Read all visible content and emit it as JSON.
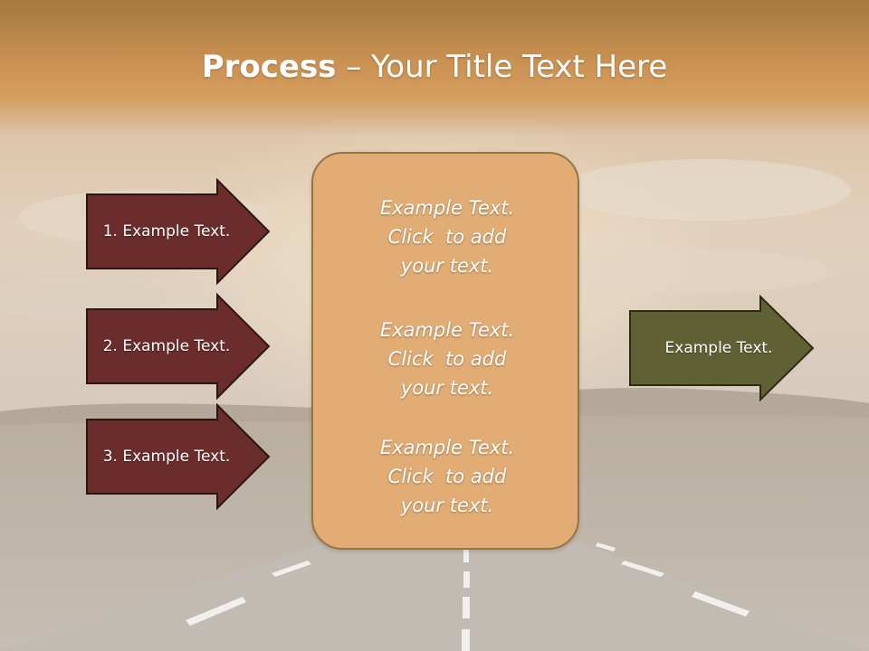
{
  "slide": {
    "title_bold": "Process",
    "title_rest": " – Your Title Text Here",
    "left_arrows": [
      {
        "label": "1. Example Text."
      },
      {
        "label": "2. Example Text."
      },
      {
        "label": "3. Example Text."
      }
    ],
    "center_blocks": [
      {
        "line1": "Example Text.",
        "line2": "Click  to add",
        "line3": "your text."
      },
      {
        "line1": "Example Text.",
        "line2": "Click  to add",
        "line3": "your text."
      },
      {
        "line1": "Example Text.",
        "line2": "Click  to add",
        "line3": "your text."
      }
    ],
    "right_arrow": {
      "label": "Example Text."
    }
  },
  "colors": {
    "title_band": "#c99152",
    "left_arrow_fill": "#6b2c2c",
    "right_arrow_fill": "#5f6033",
    "center_box_fill": "#e2ad74",
    "center_box_border": "#9a7343"
  }
}
